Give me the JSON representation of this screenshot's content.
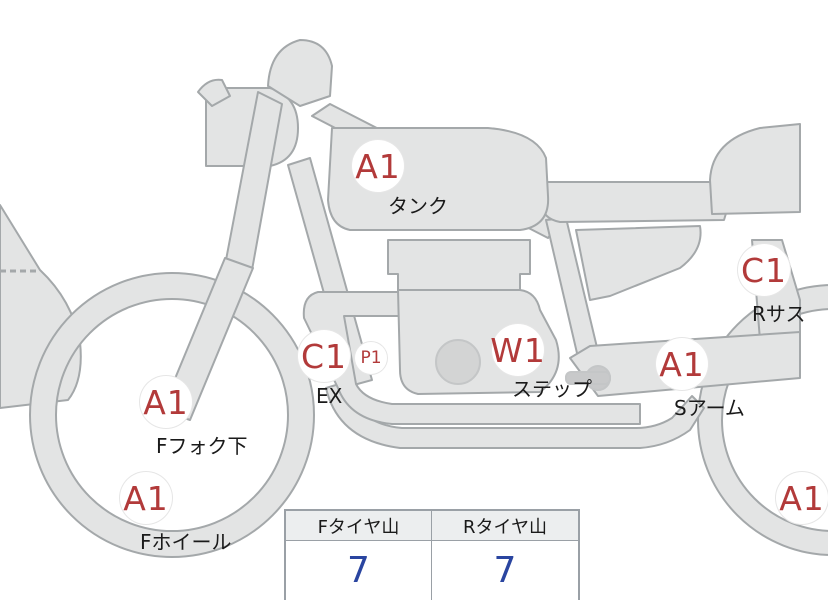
{
  "colors": {
    "fill": "#e3e4e4",
    "stroke": "#a4a8aa",
    "badge_text": "#b23a3a",
    "value_text": "#2a45a0"
  },
  "parts": [
    {
      "id": "tank",
      "grade": "A1",
      "label": "タンク"
    },
    {
      "id": "rear-suspension",
      "grade": "C1",
      "label": "Rサス"
    },
    {
      "id": "exhaust",
      "grade": "C1",
      "sub_grade": "P1",
      "label": "EX"
    },
    {
      "id": "step",
      "grade": "W1",
      "label": "ステップ"
    },
    {
      "id": "swing-arm",
      "grade": "A1",
      "label": "Sアーム"
    },
    {
      "id": "front-fork-lower",
      "grade": "A1",
      "label": "Fフォク下"
    },
    {
      "id": "front-wheel",
      "grade": "A1",
      "label": "Fホイール"
    },
    {
      "id": "rear-wheel",
      "grade": "A1",
      "label": ""
    }
  ],
  "tire_table": {
    "headers": [
      "Fタイヤ山",
      "Rタイヤ山"
    ],
    "values": [
      "7",
      "7"
    ]
  }
}
